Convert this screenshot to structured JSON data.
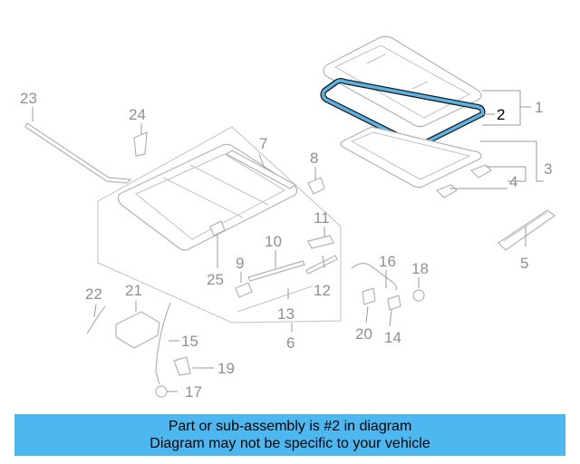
{
  "diagram": {
    "callouts": [
      {
        "id": "1",
        "label": "1"
      },
      {
        "id": "2",
        "label": "2"
      },
      {
        "id": "3",
        "label": "3"
      },
      {
        "id": "4",
        "label": "4"
      },
      {
        "id": "5",
        "label": "5"
      },
      {
        "id": "6",
        "label": "6"
      },
      {
        "id": "7",
        "label": "7"
      },
      {
        "id": "8",
        "label": "8"
      },
      {
        "id": "9",
        "label": "9"
      },
      {
        "id": "10",
        "label": "10"
      },
      {
        "id": "11",
        "label": "11"
      },
      {
        "id": "12",
        "label": "12"
      },
      {
        "id": "13",
        "label": "13"
      },
      {
        "id": "14",
        "label": "14"
      },
      {
        "id": "15",
        "label": "15"
      },
      {
        "id": "16",
        "label": "16"
      },
      {
        "id": "17",
        "label": "17"
      },
      {
        "id": "18",
        "label": "18"
      },
      {
        "id": "19",
        "label": "19"
      },
      {
        "id": "20",
        "label": "20"
      },
      {
        "id": "21",
        "label": "21"
      },
      {
        "id": "22",
        "label": "22"
      },
      {
        "id": "23",
        "label": "23"
      },
      {
        "id": "24",
        "label": "24"
      },
      {
        "id": "25",
        "label": "25"
      }
    ],
    "highlighted_part": "2",
    "colors": {
      "highlight": "#5ab3e6",
      "part_stroke": "#b3b3b3",
      "label": "#8f8f8f",
      "banner_bg": "#4db8f0"
    }
  },
  "banner": {
    "line1": "Part or sub-assembly is #2 in diagram",
    "line2": "Diagram may not be specific to your vehicle"
  }
}
